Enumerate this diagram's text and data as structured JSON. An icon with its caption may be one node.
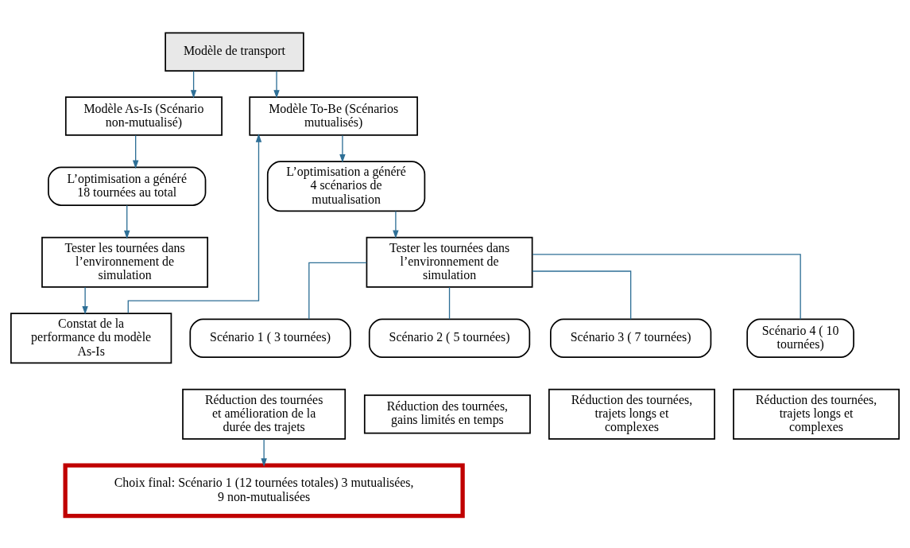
{
  "diagram": {
    "nodes": [
      {
        "text": [
          "Modèle de transport"
        ]
      },
      {
        "text": [
          "Modèle As-Is (Scénario non-mutualisé)"
        ]
      },
      {
        "text": [
          "L’optimisation a généré 18 tournées au total"
        ]
      },
      {
        "text": [
          "Tester les tournées dans l’environnement de simulation"
        ]
      },
      {
        "text": [
          "Constat de la performance du modèle As-Is"
        ]
      },
      {
        "text": [
          "Modèle To-Be (Scénarios mutualisés)"
        ]
      },
      {
        "text": [
          "L’optimisation a généré 4 scénarios de mutualisation"
        ]
      },
      {
        "text": [
          "Tester les tournées dans l’environnement de simulation"
        ]
      },
      {
        "text": [
          "Scénario 1 ( 3 tournées)"
        ]
      },
      {
        "text": [
          "Réduction des tournées et amélioration de la durée des trajets"
        ]
      },
      {
        "text": [
          "Scénario 2 ( 5 tournées)"
        ]
      },
      {
        "text": [
          "Réduction des tournées, gains limités en temps"
        ]
      },
      {
        "text": [
          "Scénario 3 ( 7 tournées)"
        ]
      },
      {
        "text": [
          "Réduction des tournées, trajets longs et complexes"
        ]
      },
      {
        "text": [
          "Scénario 4 ( 10 tournées)"
        ]
      },
      {
        "text": [
          "Réduction des tournées, trajets longs et complexes"
        ]
      },
      {
        "text": [
          "Choix final: Scénario 1 (12 tournées totales) 3 mutualisées, 9 non-mutualisées"
        ]
      }
    ],
    "edges": [
      {
        "from": 0,
        "to": 1,
        "arrow": "to"
      },
      {
        "from": 0,
        "to": 5,
        "arrow": "to"
      },
      {
        "from": 1,
        "to": 2,
        "arrow": "to"
      },
      {
        "from": 2,
        "to": 3,
        "arrow": "to"
      },
      {
        "from": 3,
        "to": 4,
        "arrow": "to"
      },
      {
        "from": 4,
        "to": 5,
        "arrow": "to"
      },
      {
        "from": 5,
        "to": 6,
        "arrow": "to"
      },
      {
        "from": 6,
        "to": 7,
        "arrow": "to"
      },
      {
        "from": 7,
        "to": 8,
        "arrow": "none"
      },
      {
        "from": 7,
        "to": 10,
        "arrow": "none"
      },
      {
        "from": 7,
        "to": 12,
        "arrow": "none"
      },
      {
        "from": 7,
        "to": 14,
        "arrow": "none"
      },
      {
        "from": 9,
        "to": 16,
        "arrow": "to"
      }
    ]
  }
}
